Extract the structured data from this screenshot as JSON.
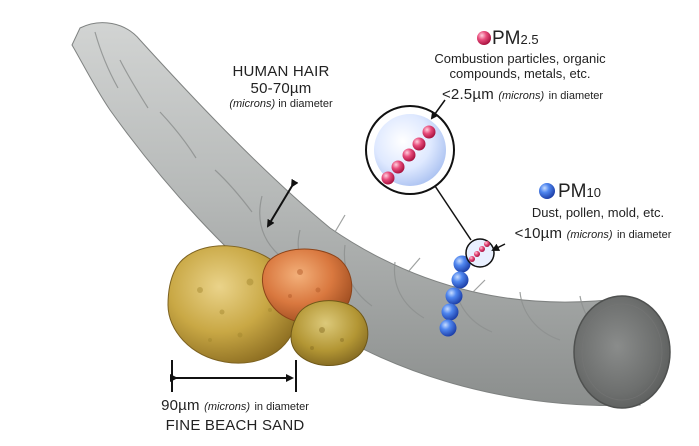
{
  "hair": {
    "title": "HUMAN HAIR",
    "size": "50-70µm",
    "unit": "(microns)",
    "suffix": "in diameter"
  },
  "pm25": {
    "prefix": "PM",
    "subscript": "2.5",
    "desc_line1": "Combustion particles, organic",
    "desc_line2": "compounds, metals, etc.",
    "size": "<2.5µm",
    "unit": "(microns)",
    "suffix": "in diameter",
    "color": "#e0245e"
  },
  "pm10": {
    "prefix": "PM",
    "subscript": "10",
    "desc": "Dust, pollen, mold, etc.",
    "size": "<10µm",
    "unit": "(microns)",
    "suffix": "in diameter",
    "color": "#2f6fe0"
  },
  "sand": {
    "size": "90µm",
    "unit": "(microns)",
    "suffix": "in diameter",
    "title": "FINE BEACH SAND"
  }
}
